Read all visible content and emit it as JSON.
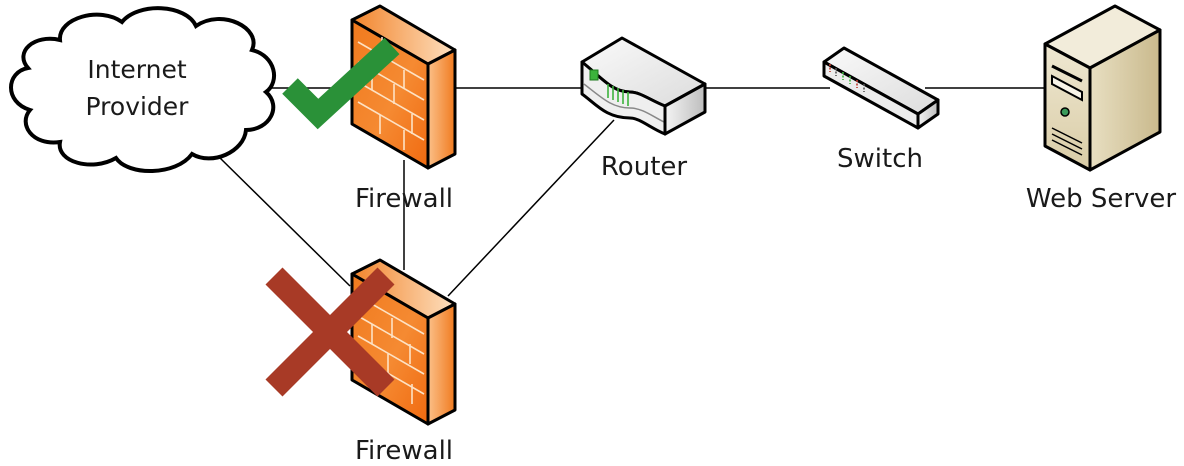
{
  "diagram": {
    "type": "network-topology",
    "nodes": {
      "internet": {
        "label_lines": [
          "Internet",
          "Provider"
        ],
        "icon": "cloud-icon"
      },
      "firewall_primary": {
        "label": "Firewall",
        "icon": "firewall-icon",
        "status": "active",
        "status_icon": "checkmark-icon"
      },
      "firewall_secondary": {
        "label": "Firewall",
        "icon": "firewall-icon",
        "status": "failed",
        "status_icon": "x-mark-icon"
      },
      "router": {
        "label": "Router",
        "icon": "router-icon"
      },
      "switch": {
        "label": "Switch",
        "icon": "switch-icon"
      },
      "web_server": {
        "label": "Web Server",
        "icon": "server-icon"
      }
    },
    "links": [
      {
        "from": "internet",
        "to": "firewall_primary"
      },
      {
        "from": "internet",
        "to": "firewall_secondary"
      },
      {
        "from": "firewall_primary",
        "to": "firewall_secondary"
      },
      {
        "from": "firewall_primary",
        "to": "router"
      },
      {
        "from": "firewall_secondary",
        "to": "router"
      },
      {
        "from": "router",
        "to": "switch"
      },
      {
        "from": "switch",
        "to": "web_server"
      }
    ],
    "colors": {
      "firewall_orange": "#f07a1e",
      "firewall_light": "#fbc089",
      "check_green": "#2a9138",
      "x_red": "#a83a26",
      "router_led_green": "#3cb33c",
      "server_beige": "#e6dcc0",
      "server_led": "#3a9a5a",
      "outline": "#000000"
    }
  }
}
